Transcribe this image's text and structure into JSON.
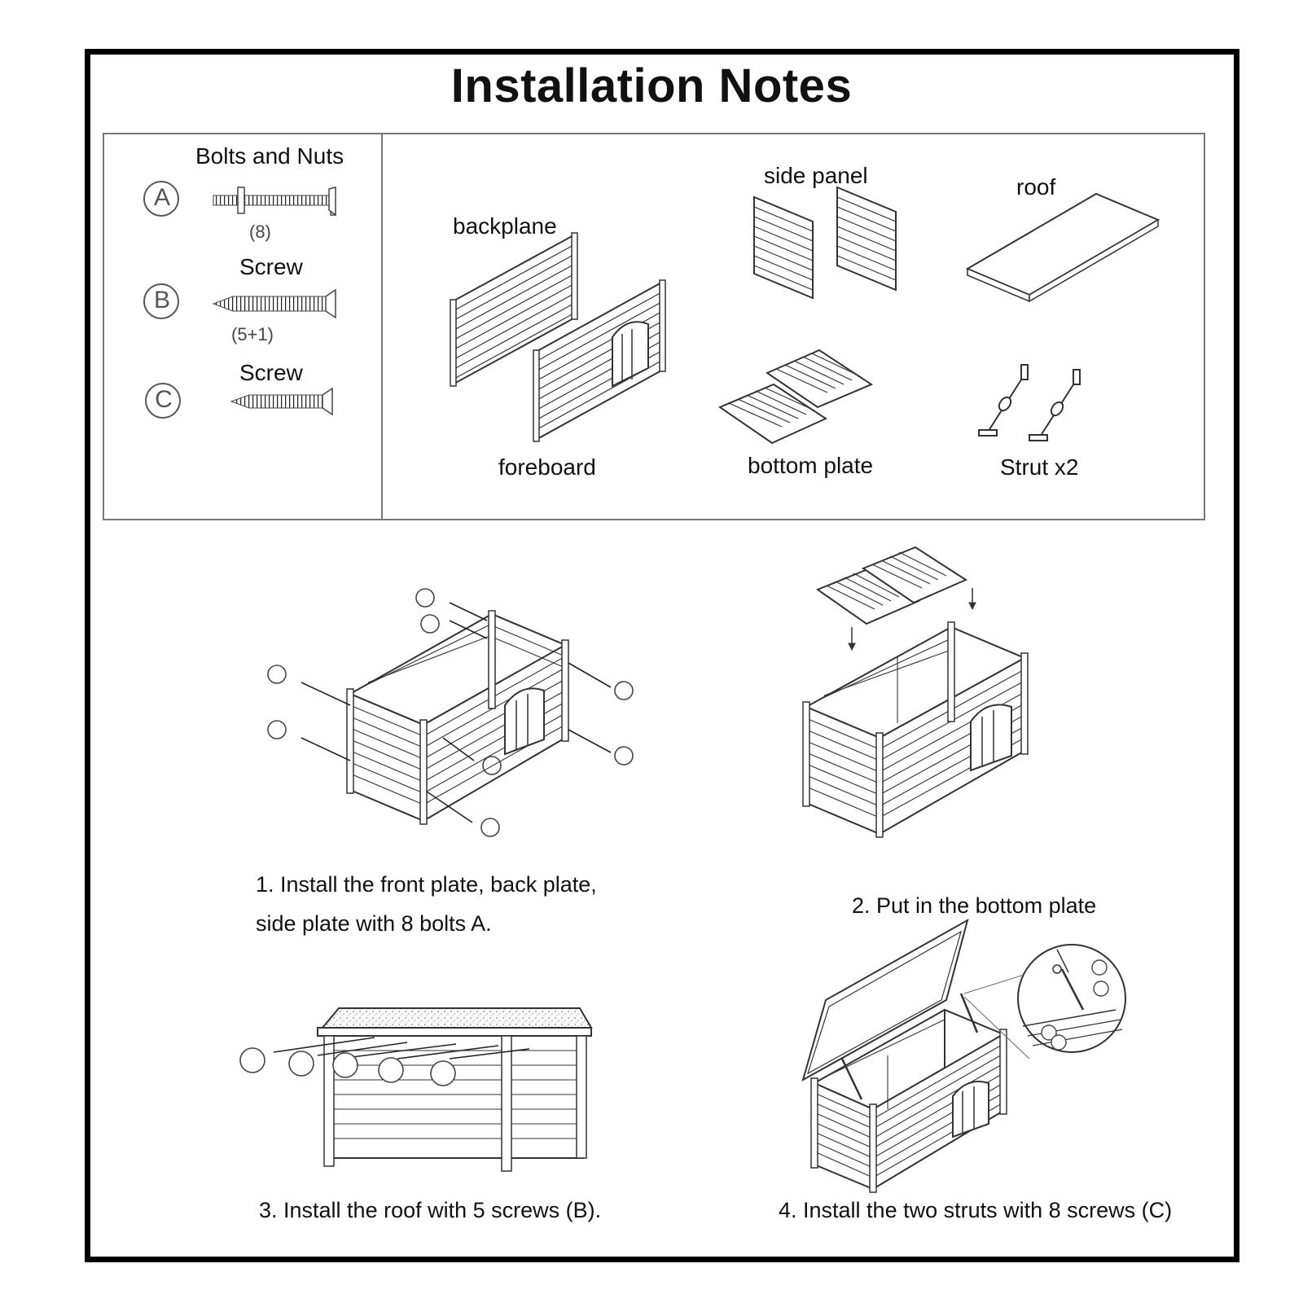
{
  "title": "Installation Notes",
  "hardware": {
    "bolts_label": "Bolts and Nuts",
    "a_letter": "A",
    "a_count": "(8)",
    "screw_b_label": "Screw",
    "b_letter": "B",
    "b_count": "(5+1)",
    "screw_c_label": "Screw",
    "c_letter": "C"
  },
  "parts": {
    "backplane": "backplane",
    "foreboard": "foreboard",
    "side_panel": "side panel",
    "bottom_plate": "bottom plate",
    "roof": "roof",
    "strut": "Strut x2"
  },
  "steps": {
    "step1_line1": "1. Install the front plate, back plate,",
    "step1_line2": "side plate with 8 bolts A.",
    "step2": "2. Put in the bottom plate",
    "step3": "3. Install the roof with 5 screws (B).",
    "step4": "4. Install the two struts with 8 screws (C)"
  },
  "colors": {
    "ink": "#111111",
    "frame": "#000000",
    "rule": "#777777"
  }
}
